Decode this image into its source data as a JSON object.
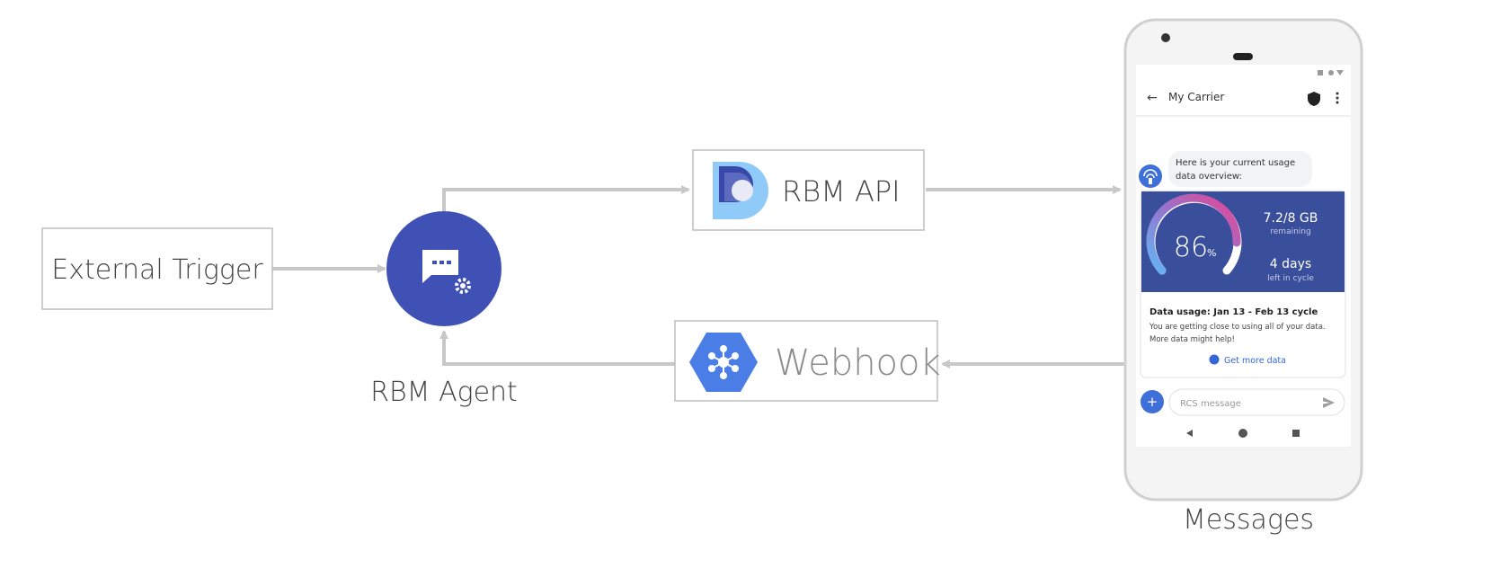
{
  "nodes": {
    "external_trigger": "External Trigger",
    "rbm_agent": "RBM Agent",
    "rbm_api": "RBM API",
    "webhook": "Webhook",
    "messages": "Messages"
  },
  "phone": {
    "header_title": "My Carrier",
    "bubble_line1": "Here is your current usage",
    "bubble_line2": "data overview:",
    "usage_percent": "86",
    "percent_sign": "%",
    "usage_fraction": 0.86,
    "data_remaining": "7.2/8 GB",
    "remaining_label": "remaining",
    "days_left": "4 days",
    "days_label": "left in cycle",
    "card_title": "Data usage: Jan 13 - Feb 13 cycle",
    "card_line1": "You are getting close to using all of your data.",
    "card_line2": "More data might help!",
    "card_action": "Get more data",
    "input_placeholder": "RCS message"
  },
  "colors": {
    "agent": "#3f51b5",
    "card": "#3a4f9c",
    "arrow": "#c8c8c8",
    "link": "#3367d6"
  }
}
